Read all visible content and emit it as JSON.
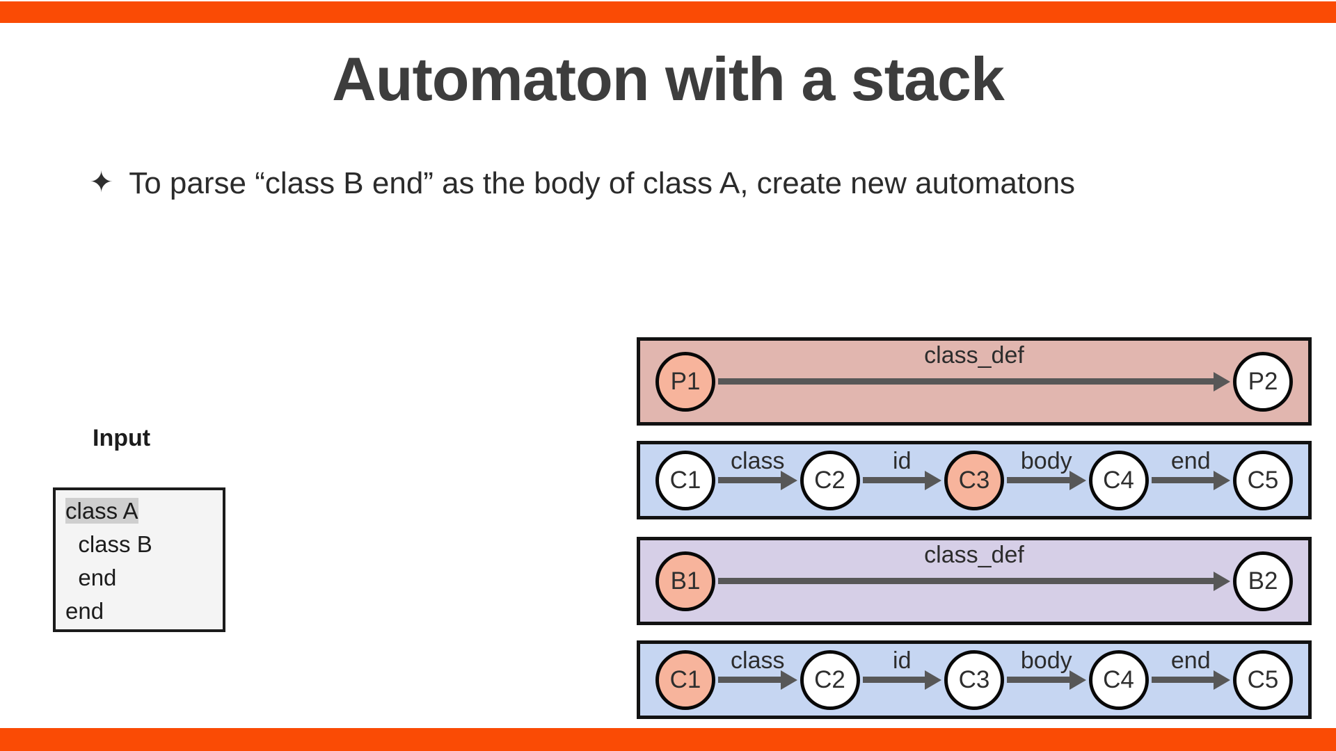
{
  "theme": {
    "accent_bar_color": "#fa4b05",
    "title_color": "#3d3d3d",
    "active_state_color": "#f7b49c",
    "row1_bg": "#e1b6af",
    "row2_bg": "#c6d6f2",
    "row3_bg": "#d6cfe7",
    "row4_bg": "#c6d6f2",
    "arrow_color": "#575757",
    "highlight_color": "#cfcfcf"
  },
  "slide": {
    "title": "Automaton with a stack",
    "bullet_marker": "✦",
    "bullet_text": "To parse “class B end” as the body of class A, create new automatons"
  },
  "input_panel": {
    "label": "Input",
    "lines": [
      {
        "text": "class A",
        "highlighted": true
      },
      {
        "text": "  class B",
        "highlighted": false
      },
      {
        "text": "  end",
        "highlighted": false
      },
      {
        "text": "end",
        "highlighted": false
      }
    ]
  },
  "automatons": [
    {
      "id": "parser-automaton",
      "states": [
        {
          "label": "P1",
          "active": true
        },
        {
          "label": "P2",
          "active": false
        }
      ],
      "edges": [
        {
          "label": "class_def",
          "long": true
        }
      ]
    },
    {
      "id": "class-a-automaton",
      "states": [
        {
          "label": "C1",
          "active": false
        },
        {
          "label": "C2",
          "active": false
        },
        {
          "label": "C3",
          "active": true
        },
        {
          "label": "C4",
          "active": false
        },
        {
          "label": "C5",
          "active": false
        }
      ],
      "edges": [
        {
          "label": "class",
          "long": false
        },
        {
          "label": "id",
          "long": false
        },
        {
          "label": "body",
          "long": false
        },
        {
          "label": "end",
          "long": false
        }
      ]
    },
    {
      "id": "body-automaton",
      "states": [
        {
          "label": "B1",
          "active": true
        },
        {
          "label": "B2",
          "active": false
        }
      ],
      "edges": [
        {
          "label": "class_def",
          "long": true
        }
      ]
    },
    {
      "id": "class-b-automaton",
      "states": [
        {
          "label": "C1",
          "active": true
        },
        {
          "label": "C2",
          "active": false
        },
        {
          "label": "C3",
          "active": false
        },
        {
          "label": "C4",
          "active": false
        },
        {
          "label": "C5",
          "active": false
        }
      ],
      "edges": [
        {
          "label": "class",
          "long": false
        },
        {
          "label": "id",
          "long": false
        },
        {
          "label": "body",
          "long": false
        },
        {
          "label": "end",
          "long": false
        }
      ]
    }
  ]
}
